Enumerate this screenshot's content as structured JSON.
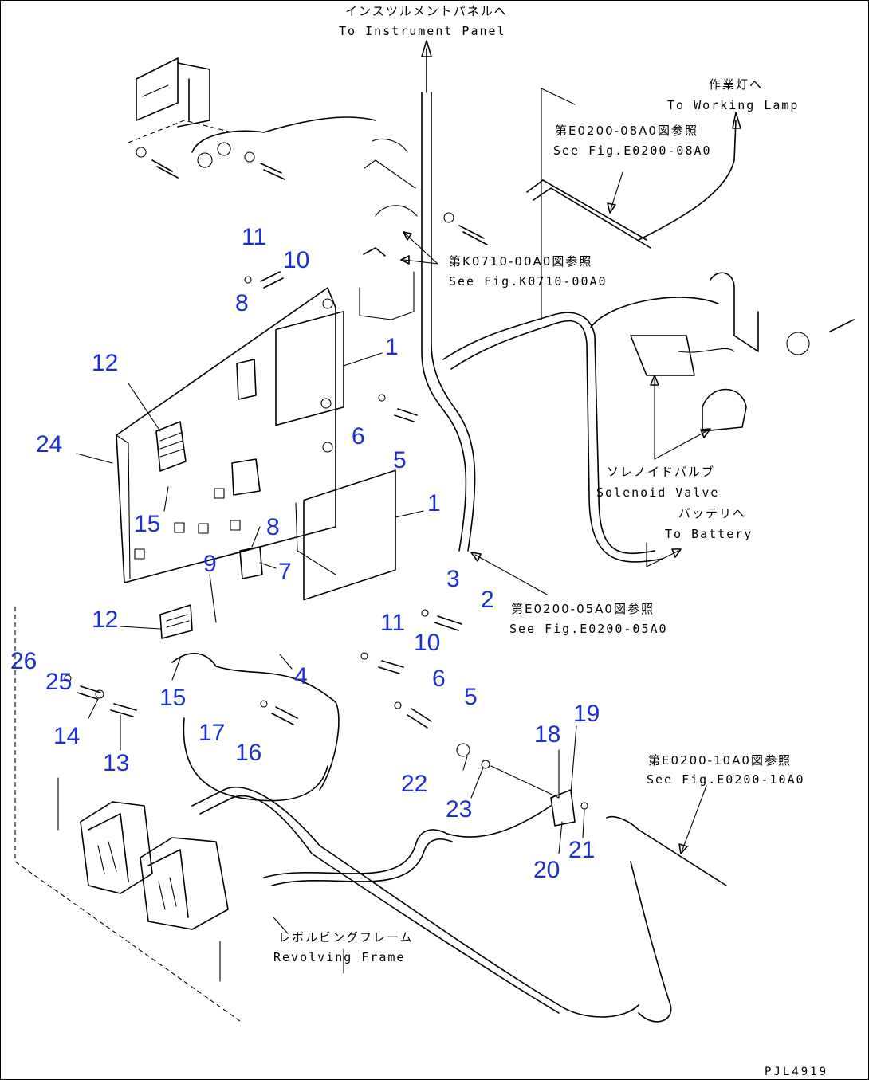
{
  "callouts": [
    {
      "id": "c11a",
      "text": "11"
    },
    {
      "id": "c10a",
      "text": "10"
    },
    {
      "id": "c8a",
      "text": "8"
    },
    {
      "id": "c1a",
      "text": "1"
    },
    {
      "id": "c12a",
      "text": "12"
    },
    {
      "id": "c24",
      "text": "24"
    },
    {
      "id": "c6a",
      "text": "6"
    },
    {
      "id": "c5a",
      "text": "5"
    },
    {
      "id": "c1b",
      "text": "1"
    },
    {
      "id": "c15a",
      "text": "15"
    },
    {
      "id": "c8b",
      "text": "8"
    },
    {
      "id": "c9",
      "text": "9"
    },
    {
      "id": "c7",
      "text": "7"
    },
    {
      "id": "c3",
      "text": "3"
    },
    {
      "id": "c2",
      "text": "2"
    },
    {
      "id": "c12b",
      "text": "12"
    },
    {
      "id": "c11b",
      "text": "11"
    },
    {
      "id": "c10b",
      "text": "10"
    },
    {
      "id": "c26",
      "text": "26"
    },
    {
      "id": "c25",
      "text": "25"
    },
    {
      "id": "c4",
      "text": "4"
    },
    {
      "id": "c6b",
      "text": "6"
    },
    {
      "id": "c15b",
      "text": "15"
    },
    {
      "id": "c5b",
      "text": "5"
    },
    {
      "id": "c19",
      "text": "19"
    },
    {
      "id": "c18",
      "text": "18"
    },
    {
      "id": "c14",
      "text": "14"
    },
    {
      "id": "c17",
      "text": "17"
    },
    {
      "id": "c16",
      "text": "16"
    },
    {
      "id": "c13",
      "text": "13"
    },
    {
      "id": "c22",
      "text": "22"
    },
    {
      "id": "c23",
      "text": "23"
    },
    {
      "id": "c21",
      "text": "21"
    },
    {
      "id": "c20",
      "text": "20"
    }
  ],
  "notes": {
    "instrument_jp": "インスツルメントパネルへ",
    "instrument_en": "To Instrument Panel",
    "working_jp": "作業灯へ",
    "working_en": "To Working Lamp",
    "fig_e0200_08a0_jp": "第E0200-08A0図参照",
    "fig_e0200_08a0_en": "See Fig.E0200-08A0",
    "fig_k0710_jp": "第K0710-00A0図参照",
    "fig_k0710_en": "See Fig.K0710-00A0",
    "solenoid_jp": "ソレノイドバルブ",
    "solenoid_en": "Solenoid Valve",
    "battery_jp": "バッテリへ",
    "battery_en": "To Battery",
    "fig_e0200_05a0_jp": "第E0200-05A0図参照",
    "fig_e0200_05a0_en": "See Fig.E0200-05A0",
    "fig_e0200_10a0_jp": "第E0200-10A0図参照",
    "fig_e0200_10a0_en": "See Fig.E0200-10A0",
    "frame_jp": "レボルビングフレーム",
    "frame_en": "Revolving Frame",
    "drawing_code": "PJL4919"
  }
}
